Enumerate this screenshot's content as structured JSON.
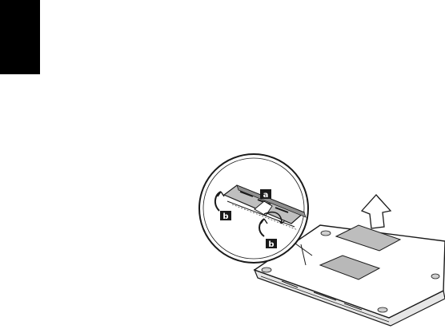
{
  "figure": {
    "callouts": {
      "a": "a",
      "b_left": "b",
      "b_bottom": "b"
    },
    "colors": {
      "section_tab": "#000000",
      "line": "#1a1a1a",
      "fill": "#ffffff",
      "shade": "#cfcfcf",
      "dark_shade": "#9a9a9a"
    },
    "icons": [
      "up-arrow-icon",
      "memory-module-icon",
      "laptop-underside-icon"
    ]
  }
}
